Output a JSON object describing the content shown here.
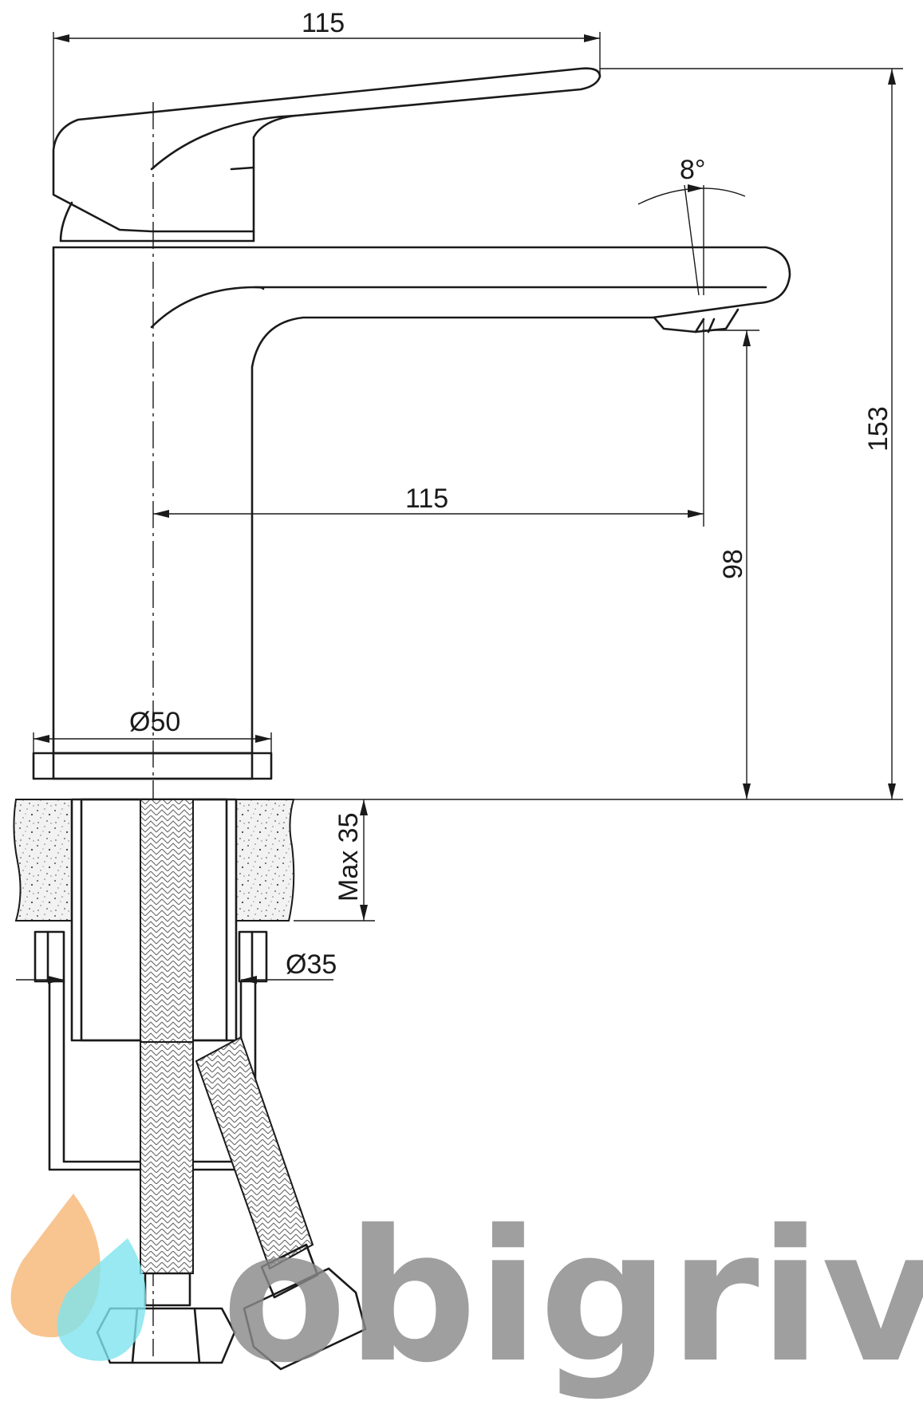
{
  "dimensions": {
    "top_width": "115",
    "total_height": "153",
    "spout_reach": "115",
    "spout_height": "98",
    "base_diameter": "Ø50",
    "spout_angle": "8°",
    "max_thickness": "Max 35",
    "hole_diameter": "Ø35"
  },
  "watermark": {
    "brand": "obigriv",
    "colors": {
      "text": "#8a8a8a",
      "drop_orange": "#f6b26b",
      "drop_cyan": "#7ee3ee"
    }
  }
}
